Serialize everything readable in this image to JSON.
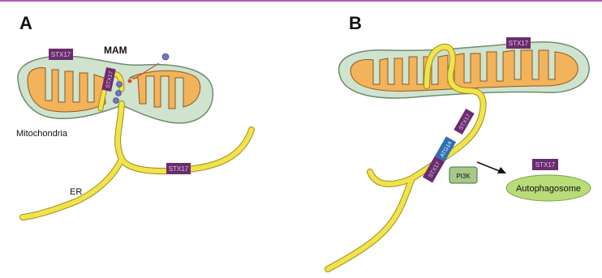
{
  "panels": [
    {
      "letter": "A",
      "labels": {
        "mam": "MAM",
        "mitochondria": "Mitochondria",
        "er": "ER"
      },
      "stx_tags": [
        "STX17",
        "STX17",
        "STX17"
      ]
    },
    {
      "letter": "B",
      "labels": {
        "autophagosome": "Autophagosome",
        "pi3k": "PI3K",
        "atg14": "ATG14"
      },
      "stx_tags": [
        "STX17",
        "STX17",
        "STX17",
        "STX17"
      ]
    }
  ],
  "colors": {
    "mito_outer": "#cfe3cf",
    "mito_stroke": "#6d8c6d",
    "cristae": "#f3b35a",
    "er": "#f2e24c",
    "er_stroke": "#9c8f18",
    "stx_tag": "#6b2c6e",
    "atg14": "#2f6fb5",
    "pi3k": "#a6c98a",
    "autophagosome": "#b8dc78",
    "accent_line": "#b25ab0"
  }
}
